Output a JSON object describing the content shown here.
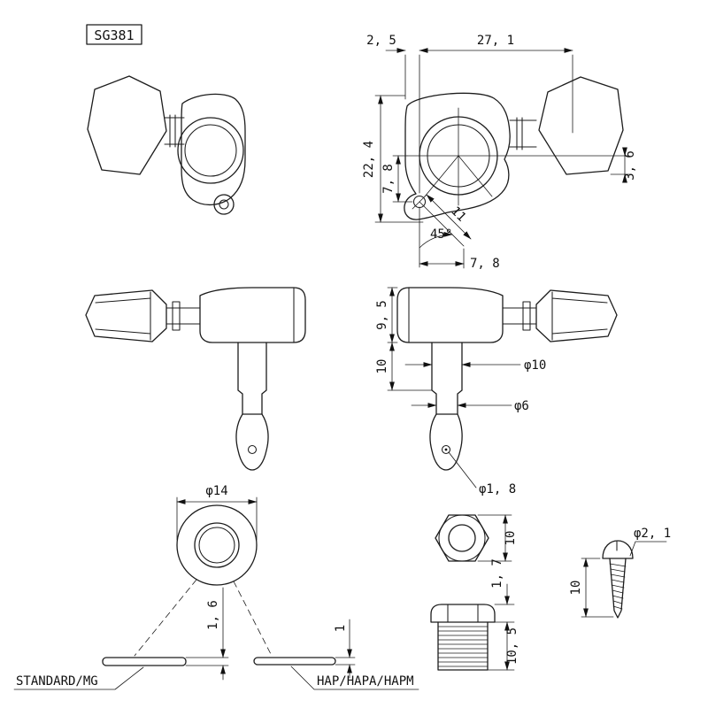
{
  "title": "SG381",
  "front_view": {
    "dim_edge_to_screw": "2, 5",
    "dim_overall_width": "27, 1",
    "dim_plate_height": "22, 4",
    "dim_center_to_screw_v": "7, 8",
    "dim_center_to_button": "3, 6",
    "dim_screw_angle": "45°",
    "dim_screw_diagonal": "11",
    "dim_screw_horizontal": "7, 8"
  },
  "side_view": {
    "dim_housing_height": "9, 5",
    "dim_bushing_section": "10",
    "dim_post_diameter": "φ10",
    "dim_shaft_diameter": "φ6",
    "dim_string_hole": "φ1, 8"
  },
  "washers": {
    "dim_outer_diameter": "φ14",
    "standard_thickness": "1, 6",
    "hap_thickness": "1",
    "standard_label": "STANDARD/MG",
    "hap_label": "HAP/HAPA/HAPM"
  },
  "hex_nut": {
    "dim_size": "10"
  },
  "bushing": {
    "dim_flange_height": "1, 7",
    "dim_thread_length": "10, 5"
  },
  "screw": {
    "dim_diameter": "φ2, 1",
    "dim_length": "10"
  }
}
